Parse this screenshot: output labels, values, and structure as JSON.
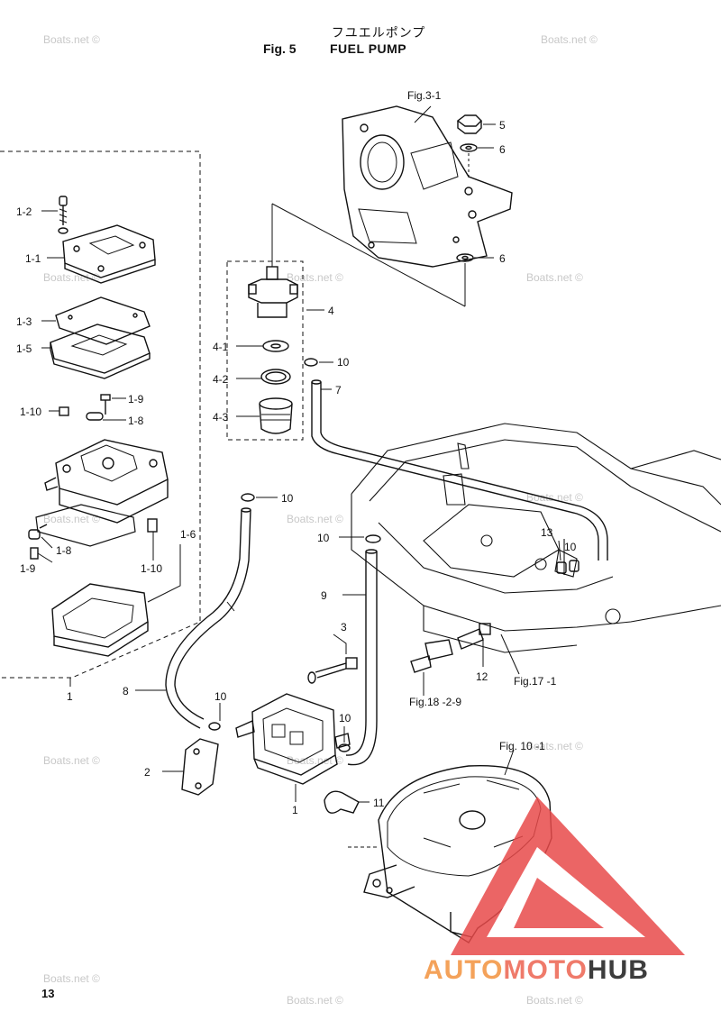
{
  "header": {
    "title_jp": "フユエルポンプ",
    "fig_label": "Fig. 5",
    "title": "FUEL PUMP"
  },
  "page_number": "13",
  "watermark": "Boats.net ©",
  "brand": {
    "part1": "AUTO",
    "part2": "MOTO",
    "part3": "HUB"
  },
  "callouts": {
    "fig_3_1": "Fig.3-1",
    "fig_17_1": "Fig.17 -1",
    "fig_18_2_9": "Fig.18 -2-9",
    "fig_10_1": "Fig. 10 -1",
    "p1": "1",
    "p1b": "1",
    "p1_1": "1-1",
    "p1_2": "1-2",
    "p1_3": "1-3",
    "p1_5": "1-5",
    "p1_6": "1-6",
    "p1_8a": "1-8",
    "p1_8b": "1-8",
    "p1_9a": "1-9",
    "p1_9b": "1-9",
    "p1_10a": "1-10",
    "p1_10b": "1-10",
    "p2": "2",
    "p3": "3",
    "p4": "4",
    "p4_1": "4-1",
    "p4_2": "4-2",
    "p4_3": "4-3",
    "p5": "5",
    "p6a": "6",
    "p6b": "6",
    "p7": "7",
    "p8": "8",
    "p9": "9",
    "p10a": "10",
    "p10b": "10",
    "p10c": "10",
    "p10d": "10",
    "p10e": "10",
    "p10f": "10",
    "p11": "11",
    "p12": "12",
    "p13": "13"
  },
  "colors": {
    "line": "#111111",
    "watermark": "#c8c8c8",
    "logo_red": "#e84a4a",
    "logo_orange": "#f4a25a"
  }
}
